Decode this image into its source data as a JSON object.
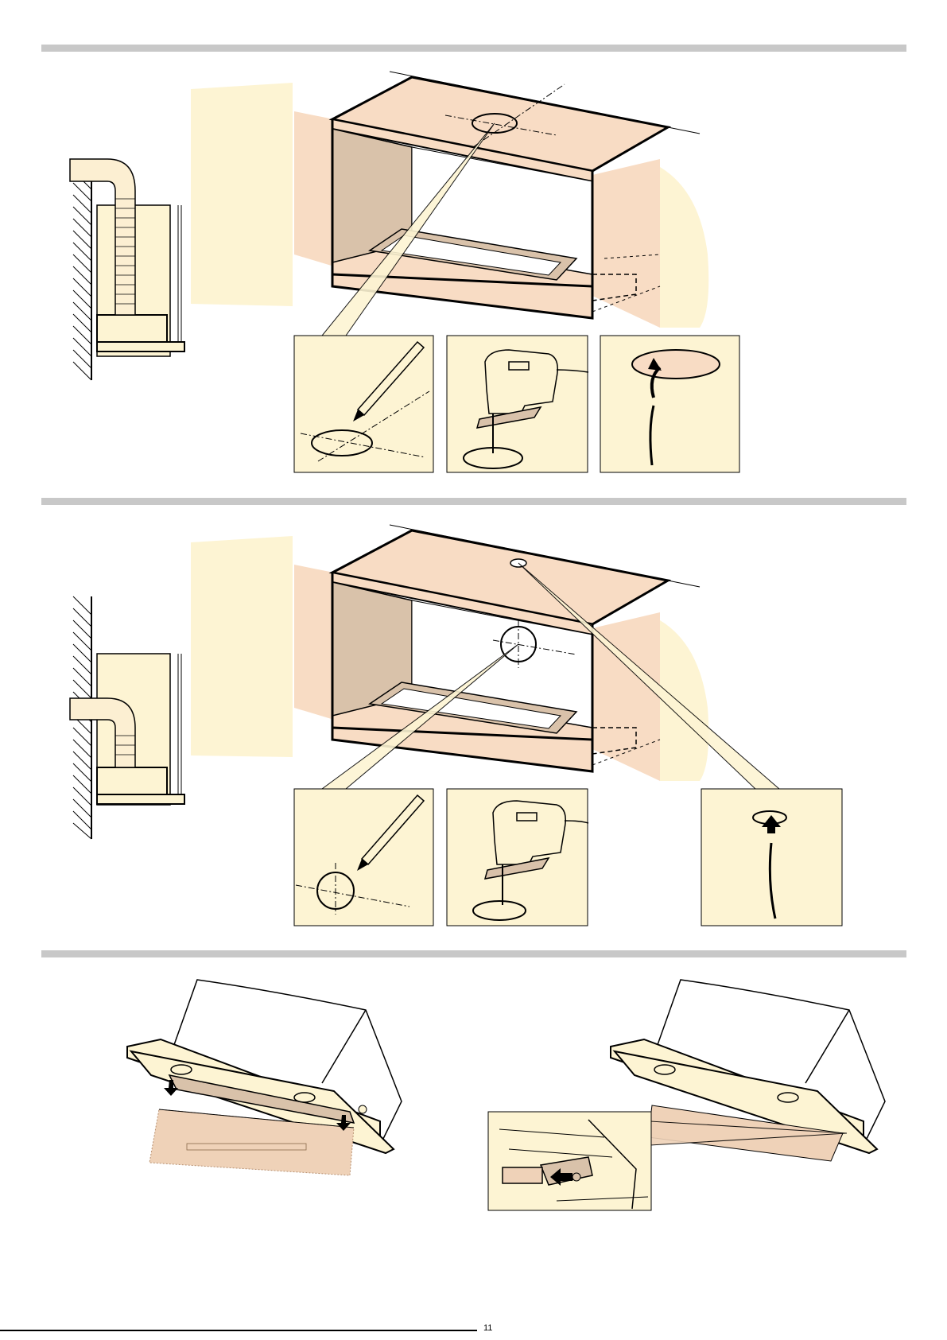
{
  "page": {
    "title": "",
    "footer_page_number": "11"
  },
  "sections": [
    {
      "id": "section-1",
      "name": "ducted-installation-cabinet-top-cutout"
    },
    {
      "id": "section-2",
      "name": "ducted-installation-cabinet-back-cutout"
    },
    {
      "id": "section-3",
      "name": "filter-panel-and-grease-filter"
    }
  ],
  "colors": {
    "cabinet": "#f8dcc4",
    "cabinet_side": "#d9c2aa",
    "wall": "#fdefcf",
    "panel_bg": "#fdf4d3",
    "filter": "#efd2b8",
    "duct": "#fcefd2",
    "outline": "#000000",
    "divider": "#c8c8c8"
  },
  "icons": [
    "pencil-icon",
    "jigsaw-icon",
    "cable-arrow-icon",
    "push-arrow-icon"
  ]
}
